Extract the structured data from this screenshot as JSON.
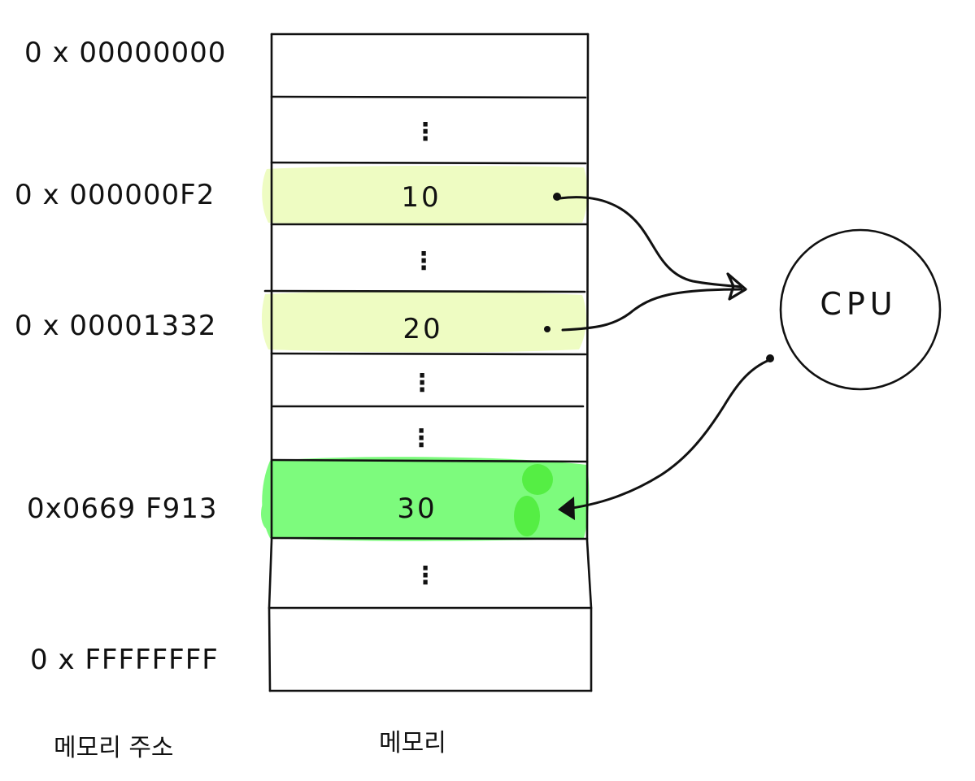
{
  "memory_addresses": {
    "start": "0 x 00000000",
    "first": "0 x 000000F2",
    "second": "0 x 00001332",
    "third": "0x0669 F913",
    "end": "0 x FFFFFFFF"
  },
  "cell_values": {
    "first": "10",
    "second": "20",
    "third": "30"
  },
  "ellipsis": "⋮",
  "cpu_label": "CPU",
  "captions": {
    "address_column": "메모리 주소",
    "memory_column": "메모리"
  },
  "colors": {
    "light_highlight": "#eefcc2",
    "strong_highlight": "#7dfb7d",
    "strong_spot": "#55ee44",
    "ink": "#111111"
  }
}
